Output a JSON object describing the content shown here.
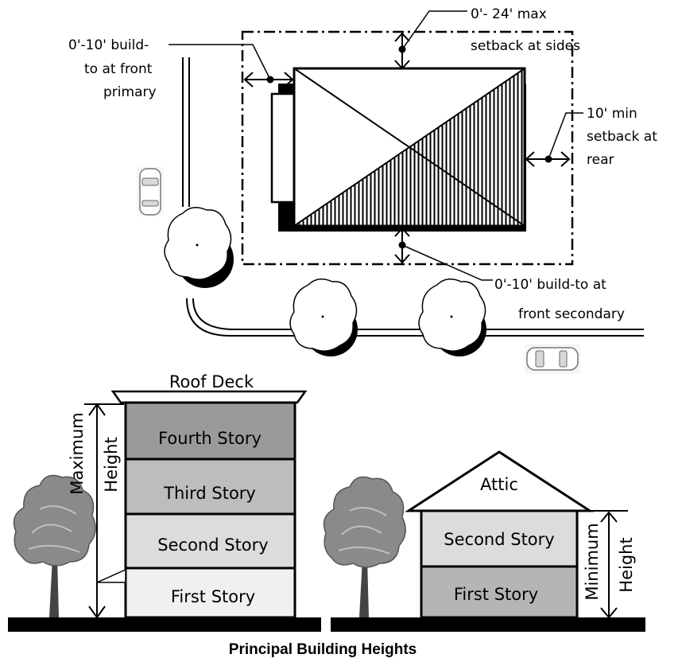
{
  "site_plan": {
    "labels": {
      "front_primary": [
        "0'-10' build-",
        "to at front",
        "primary"
      ],
      "sides": [
        "0'- 24' max",
        "setback at sides"
      ],
      "rear": [
        "10' min",
        "setback at",
        "rear"
      ],
      "front_secondary": [
        "0'-10' build-to at",
        "front secondary"
      ]
    }
  },
  "tall_building": {
    "roof_label": "Roof Deck",
    "stories": [
      "Fourth Story",
      "Third Story",
      "Second Story",
      "First Story"
    ],
    "height_label": [
      "Maximum",
      "Height"
    ],
    "colors": {
      "fourth": "#9a9a9a",
      "third": "#bdbdbd",
      "second": "#dcdcdc",
      "first": "#f0f0f0"
    }
  },
  "small_building": {
    "attic_label": "Attic",
    "stories": [
      "Second  Story",
      "First Story"
    ],
    "height_label": [
      "Minimum",
      "Height"
    ],
    "colors": {
      "second": "#dcdcdc",
      "first": "#b5b5b5"
    }
  },
  "caption": "Principal Building Heights"
}
